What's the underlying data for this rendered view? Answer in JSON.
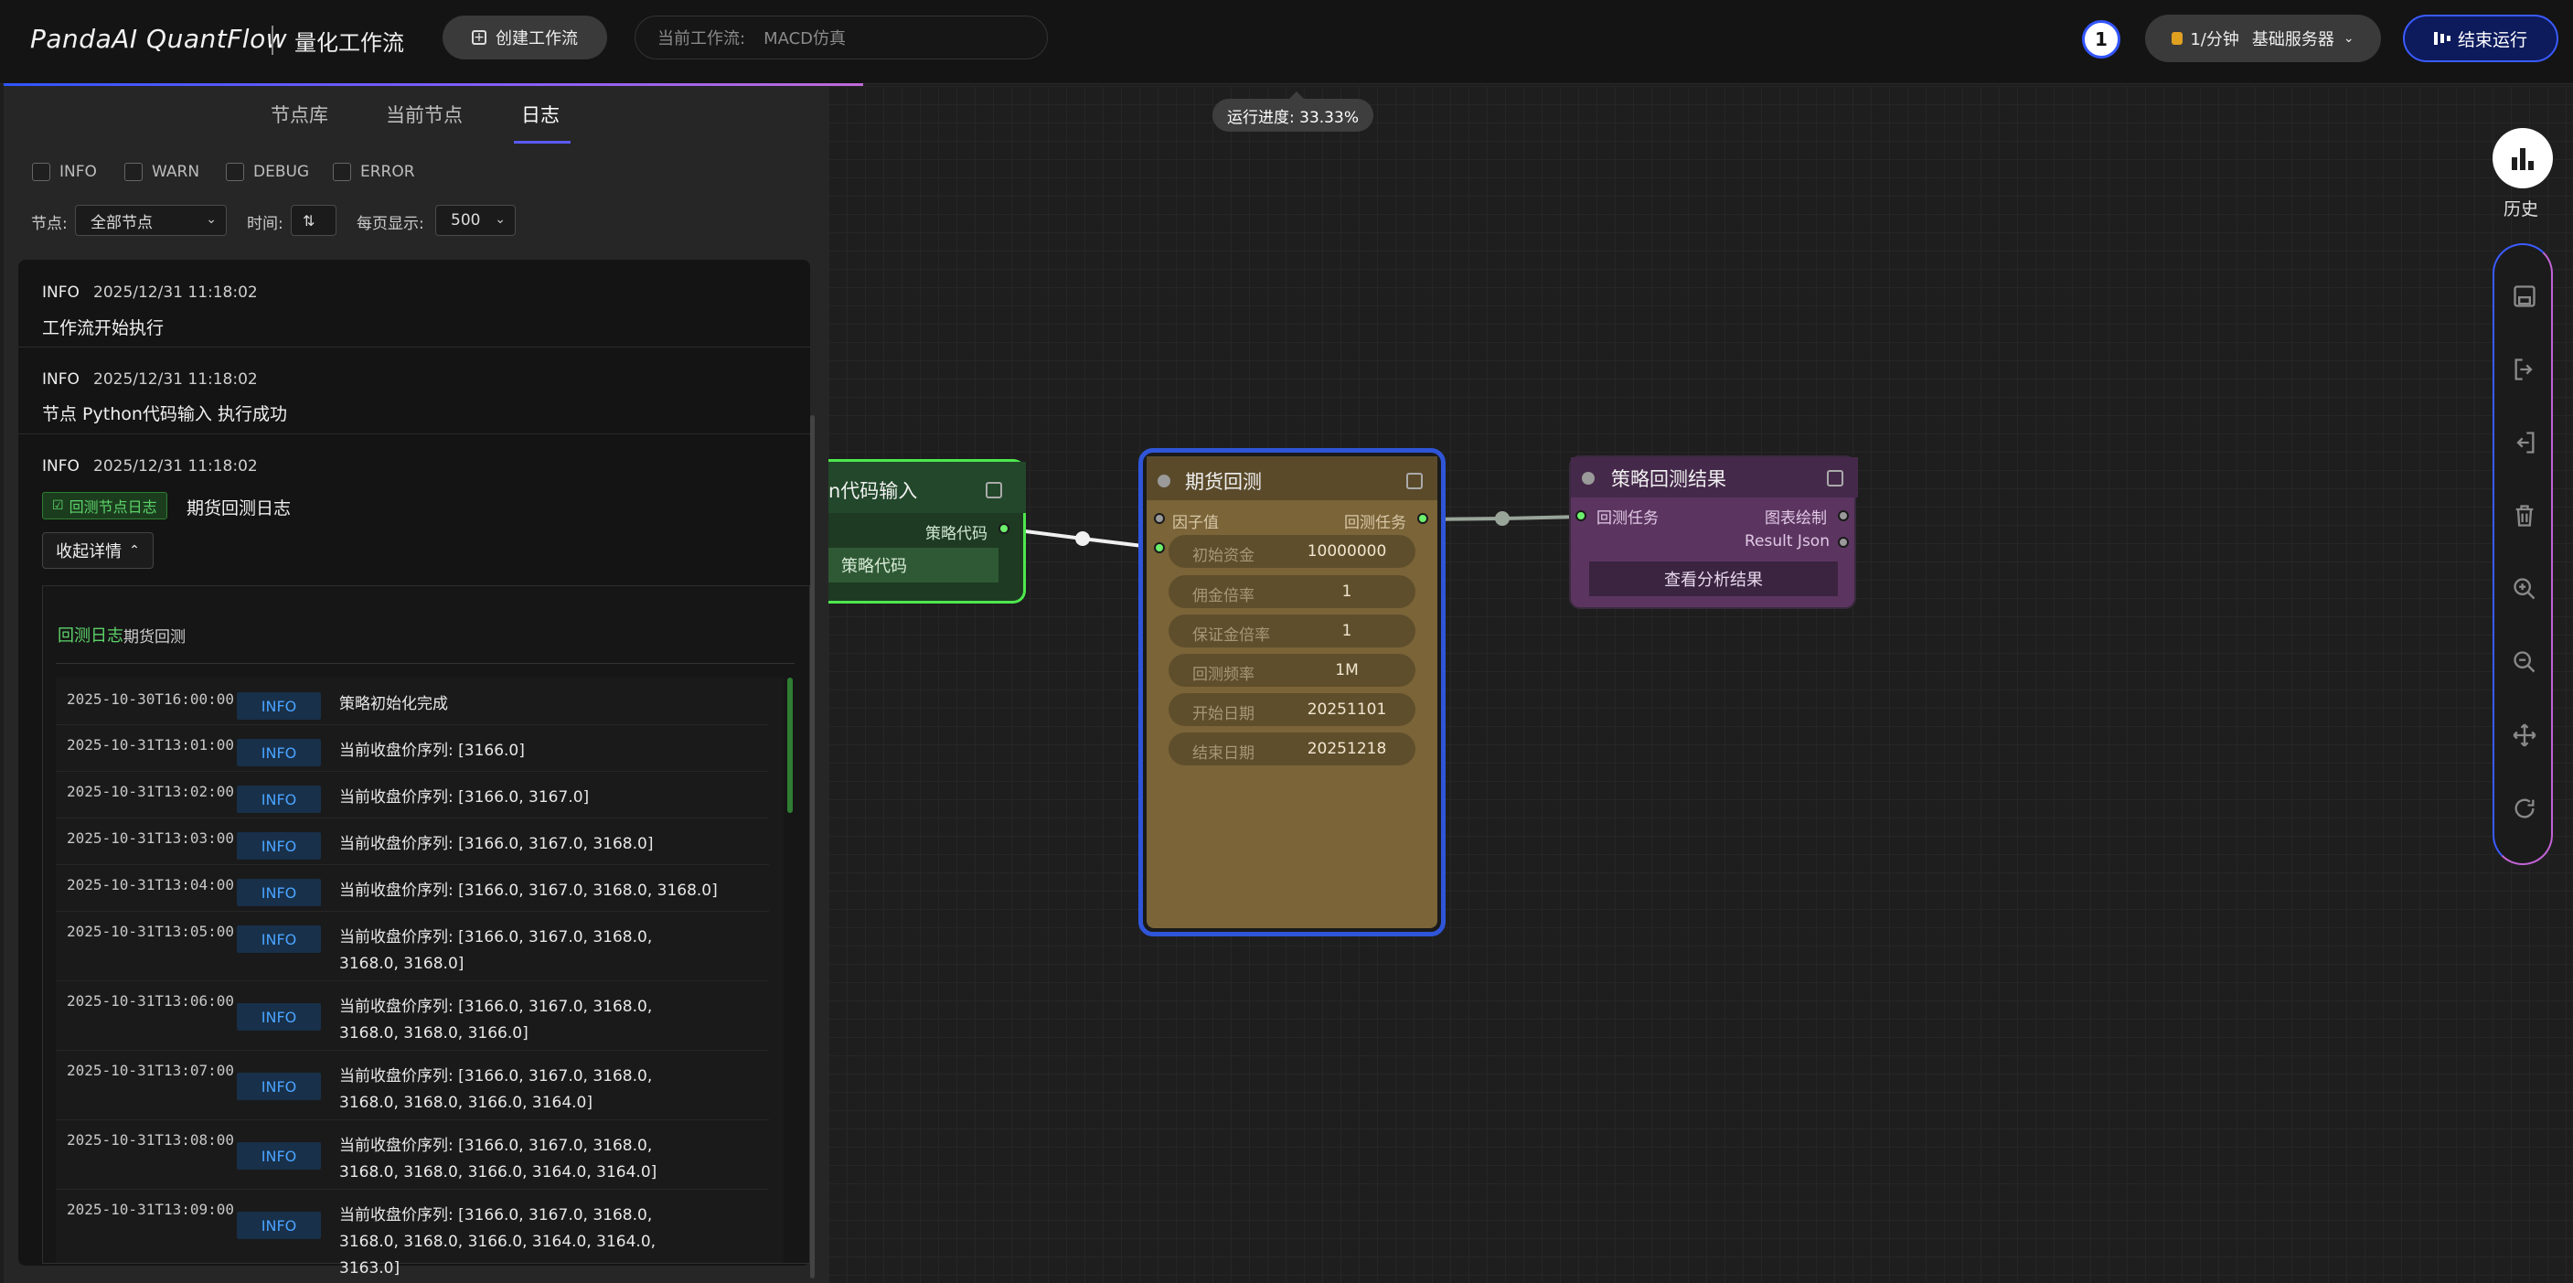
{
  "header": {
    "logo": "PandaAI QuantFlow",
    "subtitle": "量化工作流",
    "create_button": "创建工作流",
    "workflow_label": "当前工作流:",
    "workflow_name": "MACD仿真",
    "queue_count": "1",
    "rate": "1/分钟",
    "server": "基础服务器",
    "end_button": "结束运行"
  },
  "colors": {
    "accent": "#3b5bff",
    "success": "#5dd46a",
    "info_badge": "#4aa3ff"
  },
  "left_panel": {
    "tabs": [
      "节点库",
      "当前节点",
      "日志"
    ],
    "active_tab": "日志",
    "levels": [
      "INFO",
      "WARN",
      "DEBUG",
      "ERROR"
    ],
    "node_label": "节点:",
    "node_value": "全部节点",
    "time_label": "时间:",
    "page_size_label": "每页显示:",
    "page_size": "500",
    "entries": [
      {
        "level": "INFO",
        "time": "2025/12/31 11:18:02",
        "message": "工作流开始执行"
      },
      {
        "level": "INFO",
        "time": "2025/12/31 11:18:02",
        "message": "节点 Python代码输入 执行成功"
      },
      {
        "level": "INFO",
        "time": "2025/12/31 11:18:02",
        "tag": "回测节点日志",
        "message": "期货回测日志"
      }
    ],
    "collapse_label": "收起详情",
    "backtest": {
      "title": "回测日志",
      "subtitle": "期货回测",
      "rows": [
        {
          "time": "2025-10-30T16:00:00",
          "level": "INFO",
          "message": "策略初始化完成"
        },
        {
          "time": "2025-10-31T13:01:00",
          "level": "INFO",
          "message": "当前收盘价序列: [3166.0]"
        },
        {
          "time": "2025-10-31T13:02:00",
          "level": "INFO",
          "message": "当前收盘价序列: [3166.0, 3167.0]"
        },
        {
          "time": "2025-10-31T13:03:00",
          "level": "INFO",
          "message": "当前收盘价序列: [3166.0, 3167.0, 3168.0]"
        },
        {
          "time": "2025-10-31T13:04:00",
          "level": "INFO",
          "message": "当前收盘价序列: [3166.0, 3167.0, 3168.0, 3168.0]"
        },
        {
          "time": "2025-10-31T13:05:00",
          "level": "INFO",
          "message": "当前收盘价序列: [3166.0, 3167.0, 3168.0, 3168.0, 3168.0]"
        },
        {
          "time": "2025-10-31T13:06:00",
          "level": "INFO",
          "message": "当前收盘价序列: [3166.0, 3167.0, 3168.0, 3168.0, 3168.0, 3166.0]"
        },
        {
          "time": "2025-10-31T13:07:00",
          "level": "INFO",
          "message": "当前收盘价序列: [3166.0, 3167.0, 3168.0, 3168.0, 3168.0, 3166.0, 3164.0]"
        },
        {
          "time": "2025-10-31T13:08:00",
          "level": "INFO",
          "message": "当前收盘价序列: [3166.0, 3167.0, 3168.0, 3168.0, 3168.0, 3166.0, 3164.0, 3164.0]"
        },
        {
          "time": "2025-10-31T13:09:00",
          "level": "INFO",
          "message": "当前收盘价序列: [3166.0, 3167.0, 3168.0, 3168.0, 3168.0, 3166.0, 3164.0, 3164.0, 3163.0]"
        }
      ]
    }
  },
  "canvas": {
    "progress": "运行进度: 33.33%",
    "python_node": {
      "title": "n代码输入",
      "output": "策略代码",
      "button": "策略代码"
    },
    "futures_node": {
      "title": "期货回测",
      "input": "因子值",
      "output": "回测任务",
      "params": [
        {
          "key": "初始资金",
          "value": "10000000"
        },
        {
          "key": "佣金倍率",
          "value": "1"
        },
        {
          "key": "保证金倍率",
          "value": "1"
        },
        {
          "key": "回测频率",
          "value": "1M"
        },
        {
          "key": "开始日期",
          "value": "20251101"
        },
        {
          "key": "结束日期",
          "value": "20251218"
        }
      ]
    },
    "result_node": {
      "title": "策略回测结果",
      "input": "回测任务",
      "output1": "图表绘制",
      "output2": "Result Json",
      "button": "查看分析结果"
    }
  },
  "toolbar": {
    "history_label": "历史",
    "tools": [
      "save-icon",
      "export-icon",
      "import-icon",
      "delete-icon",
      "zoom-in-icon",
      "zoom-out-icon",
      "fit-view-icon",
      "refresh-icon"
    ]
  }
}
